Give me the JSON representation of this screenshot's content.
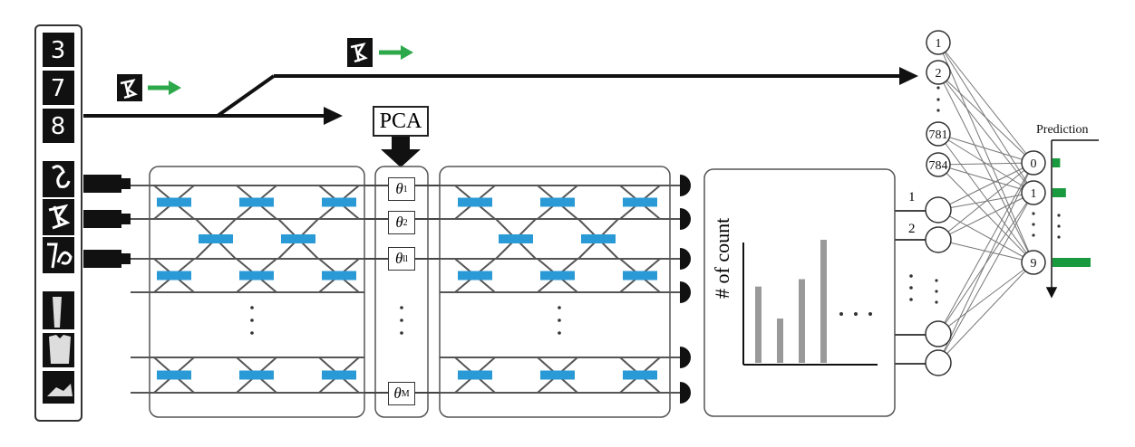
{
  "pca_label": "PCA",
  "theta_labels": [
    {
      "sym": "θ",
      "sub": "1"
    },
    {
      "sym": "θ",
      "sub": "2"
    },
    {
      "sym": "θ",
      "sub": "ll"
    },
    {
      "sym": "θ",
      "sub": "M"
    }
  ],
  "histogram": {
    "ylabel": "# of count",
    "bar_values": [
      0.62,
      0.36,
      0.68,
      1.0
    ],
    "color": "#999999"
  },
  "upper_nodes": [
    "1",
    "2",
    "781",
    "784"
  ],
  "lower_inputs": [
    "1",
    "2"
  ],
  "output_nodes": [
    "0",
    "1",
    "9"
  ],
  "prediction_label": "Prediction",
  "prediction_values": [
    0.06,
    0.22,
    0.9
  ],
  "colors": {
    "beam_splitter": "#2a9ad6",
    "arrow_green": "#2da84a",
    "bar_green": "#1a9a3e",
    "line": "#111111"
  },
  "digit_glyphs": [
    "3",
    "7",
    "8"
  ],
  "icons": [
    "mnist-digit-3-icon",
    "mnist-digit-7-icon",
    "mnist-digit-8-icon",
    "encoded-digit-icon",
    "fashion-item-icon"
  ]
}
